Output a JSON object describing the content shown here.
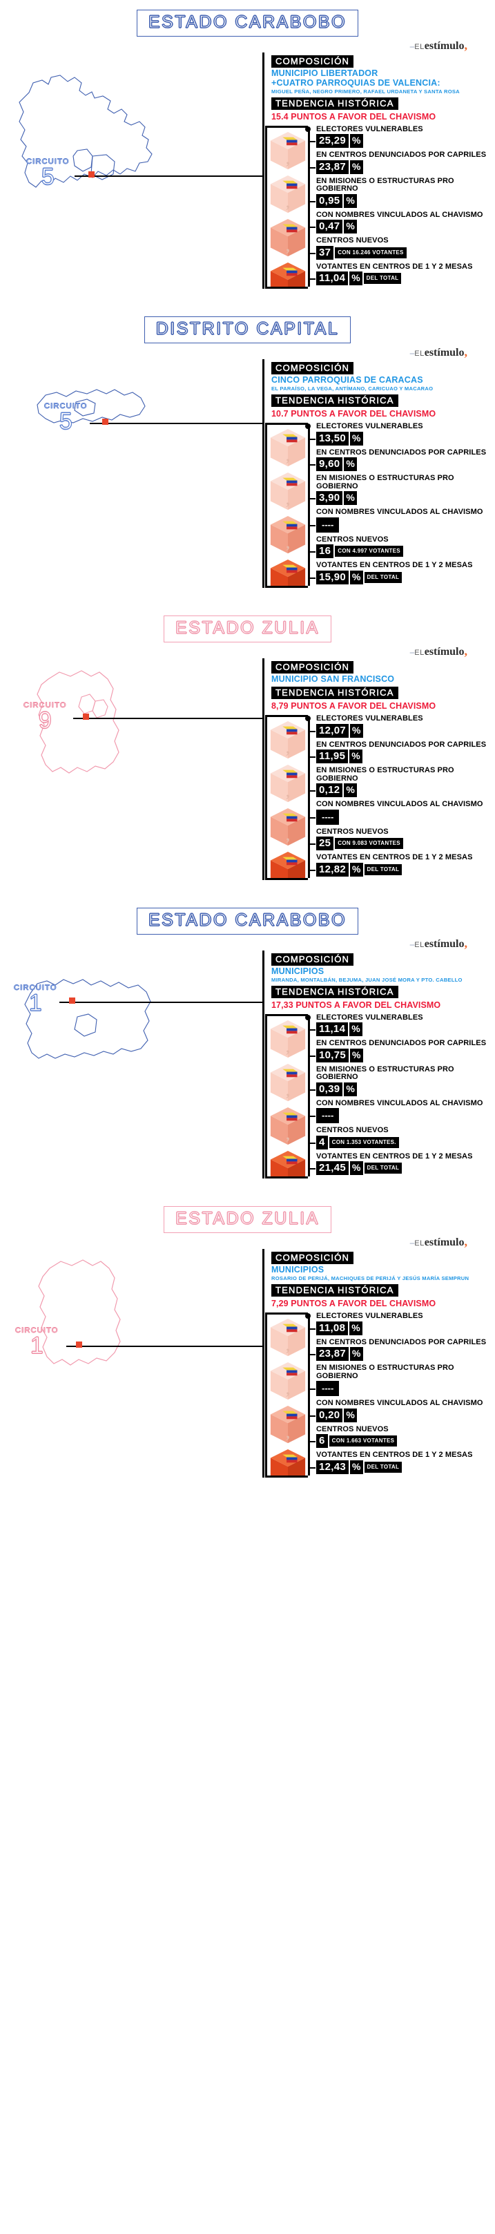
{
  "brand": {
    "dash": "–",
    "el": "EL",
    "estimulo": "estímulo",
    "comma": ","
  },
  "labels": {
    "composicion": "COMPOSICIÓN",
    "tendencia": "TENDENCIA HISTÓRICA",
    "circuito_word": "CIRCUITO"
  },
  "metric_labels": {
    "electores": "ELECTORES VULNERABLES",
    "denunciados": "EN CENTROS DENUNCIADOS POR CAPRILES",
    "misiones": "EN MISIONES O ESTRUCTURAS PRO GOBIERNO",
    "nombres": "CON NOMBRES VINCULADOS AL CHAVISMO",
    "centros_nuevos": "CENTROS NUEVOS",
    "votantes_mesas": "VOTANTES EN CENTROS DE 1 Y 2 MESAS"
  },
  "units": {
    "percent": "%",
    "del_total": "DEL TOTAL"
  },
  "colors": {
    "blue_outline": "#3f5fb0",
    "pink_outline": "#f19aae",
    "cyan_text": "#2196e3",
    "red_text": "#ed1c3a",
    "orange_brand": "#ef6a2e",
    "black": "#000000",
    "box_pale": "#fad3c6",
    "box_mid": "#f4a08a",
    "box_dark": "#e0461c"
  },
  "blocks": [
    {
      "title": "ESTADO CARABOBO",
      "title_color": "blue",
      "circuito": "5",
      "composicion_main": "MUNICIPIO LIBERTADOR\n+CUATRO PARROQUIAS DE VALENCIA:",
      "composicion_sub": "MIGUEL PEÑA, NEGRO PRIMERO, RAFAEL URDANETA Y SANTA ROSA",
      "tendencia": "15.4 PUNTOS A FAVOR DEL CHAVISMO",
      "metrics": [
        {
          "label": "ELECTORES VULNERABLES",
          "value": "25,29",
          "unit": "%"
        },
        {
          "label": "EN CENTROS DENUNCIADOS POR CAPRILES",
          "value": "23,87",
          "unit": "%"
        },
        {
          "label": "EN MISIONES O ESTRUCTURAS PRO GOBIERNO",
          "value": "0,95",
          "unit": "%"
        },
        {
          "label": "CON NOMBRES VINCULADOS AL CHAVISMO",
          "value": "0,47",
          "unit": "%"
        },
        {
          "label": "CENTROS NUEVOS",
          "value": "37",
          "note": "CON 16.246 VOTANTES"
        },
        {
          "label": "VOTANTES EN CENTROS DE 1 Y 2 MESAS",
          "value": "11,04",
          "unit": "%",
          "note": "DEL TOTAL"
        }
      ]
    },
    {
      "title": "DISTRITO CAPITAL",
      "title_color": "blue",
      "circuito": "5",
      "composicion_main": "CINCO PARROQUIAS DE CARACAS",
      "composicion_sub": "EL PARAÍSO, LA VEGA, ANTÍMANO, CARICUAO Y MACARAO",
      "tendencia": "10.7 PUNTOS A FAVOR DEL CHAVISMO",
      "metrics": [
        {
          "label": "ELECTORES VULNERABLES",
          "value": "13,50",
          "unit": "%"
        },
        {
          "label": "EN CENTROS DENUNCIADOS POR CAPRILES",
          "value": "9,60",
          "unit": "%"
        },
        {
          "label": "EN MISIONES O ESTRUCTURAS PRO GOBIERNO",
          "value": "3,90",
          "unit": "%"
        },
        {
          "label": "CON NOMBRES VINCULADOS AL CHAVISMO",
          "value": "----"
        },
        {
          "label": "CENTROS NUEVOS",
          "value": "16",
          "note": "CON 4.997 VOTANTES"
        },
        {
          "label": "VOTANTES EN CENTROS DE 1 Y 2 MESAS",
          "value": "15,90",
          "unit": "%",
          "note": "DEL TOTAL"
        }
      ]
    },
    {
      "title": "ESTADO ZULIA",
      "title_color": "pink",
      "circuito": "9",
      "composicion_main": "MUNICIPIO SAN FRANCISCO",
      "composicion_sub": "",
      "tendencia": "8,79 PUNTOS A FAVOR DEL CHAVISMO",
      "metrics": [
        {
          "label": "ELECTORES VULNERABLES",
          "value": "12,07",
          "unit": "%"
        },
        {
          "label": "EN CENTROS DENUNCIADOS POR CAPRILES",
          "value": "11,95",
          "unit": "%"
        },
        {
          "label": "EN MISIONES O ESTRUCTURAS PRO GOBIERNO",
          "value": "0,12",
          "unit": "%"
        },
        {
          "label": "CON NOMBRES VINCULADOS AL CHAVISMO",
          "value": "----"
        },
        {
          "label": "CENTROS NUEVOS",
          "value": "25",
          "note": "CON 9.083 VOTANTES"
        },
        {
          "label": "VOTANTES EN CENTROS DE 1 Y 2 MESAS",
          "value": "12,82",
          "unit": "%",
          "note": "DEL TOTAL"
        }
      ]
    },
    {
      "title": "ESTADO CARABOBO",
      "title_color": "blue",
      "circuito": "1",
      "composicion_main": "MUNICIPIOS",
      "composicion_sub": "MIRANDA, MONTALBÁN, BEJUMA, JUAN JOSÉ MORA Y PTO. CABELLO",
      "tendencia": "17,33 PUNTOS A FAVOR DEL CHAVISMO",
      "metrics": [
        {
          "label": "ELECTORES VULNERABLES",
          "value": "11,14",
          "unit": "%"
        },
        {
          "label": "EN CENTROS DENUNCIADOS POR CAPRILES",
          "value": "10,75",
          "unit": "%"
        },
        {
          "label": "EN MISIONES O ESTRUCTURAS PRO GOBIERNO",
          "value": "0,39",
          "unit": "%"
        },
        {
          "label": "CON NOMBRES VINCULADOS AL CHAVISMO",
          "value": "----"
        },
        {
          "label": "CENTROS NUEVOS",
          "value": "4",
          "note": "CON 1.353 VOTANTES."
        },
        {
          "label": "VOTANTES EN CENTROS DE 1 Y 2 MESAS",
          "value": "21,45",
          "unit": "%",
          "note": "DEL TOTAL"
        }
      ]
    },
    {
      "title": "ESTADO ZULIA",
      "title_color": "pink",
      "circuito": "1",
      "composicion_main": "MUNICIPIOS",
      "composicion_sub": "ROSARIO DE PERIJÁ, MACHIQUES DE PERIJÁ Y JESÚS MARÍA SEMPRUN",
      "tendencia": "7,29 PUNTOS A FAVOR DEL CHAVISMO",
      "metrics": [
        {
          "label": "ELECTORES VULNERABLES",
          "value": "11,08",
          "unit": "%"
        },
        {
          "label": "EN CENTROS DENUNCIADOS POR CAPRILES",
          "value": "23,87",
          "unit": "%"
        },
        {
          "label": "EN MISIONES O ESTRUCTURAS PRO GOBIERNO",
          "value": "----"
        },
        {
          "label": "CON NOMBRES VINCULADOS AL CHAVISMO",
          "value": "0,20",
          "unit": "%"
        },
        {
          "label": "CENTROS NUEVOS",
          "value": "6",
          "note": "CON 1.663 VOTANTES"
        },
        {
          "label": "VOTANTES EN CENTROS DE 1 Y 2 MESAS",
          "value": "12,43",
          "unit": "%",
          "note": "DEL TOTAL"
        }
      ]
    }
  ]
}
